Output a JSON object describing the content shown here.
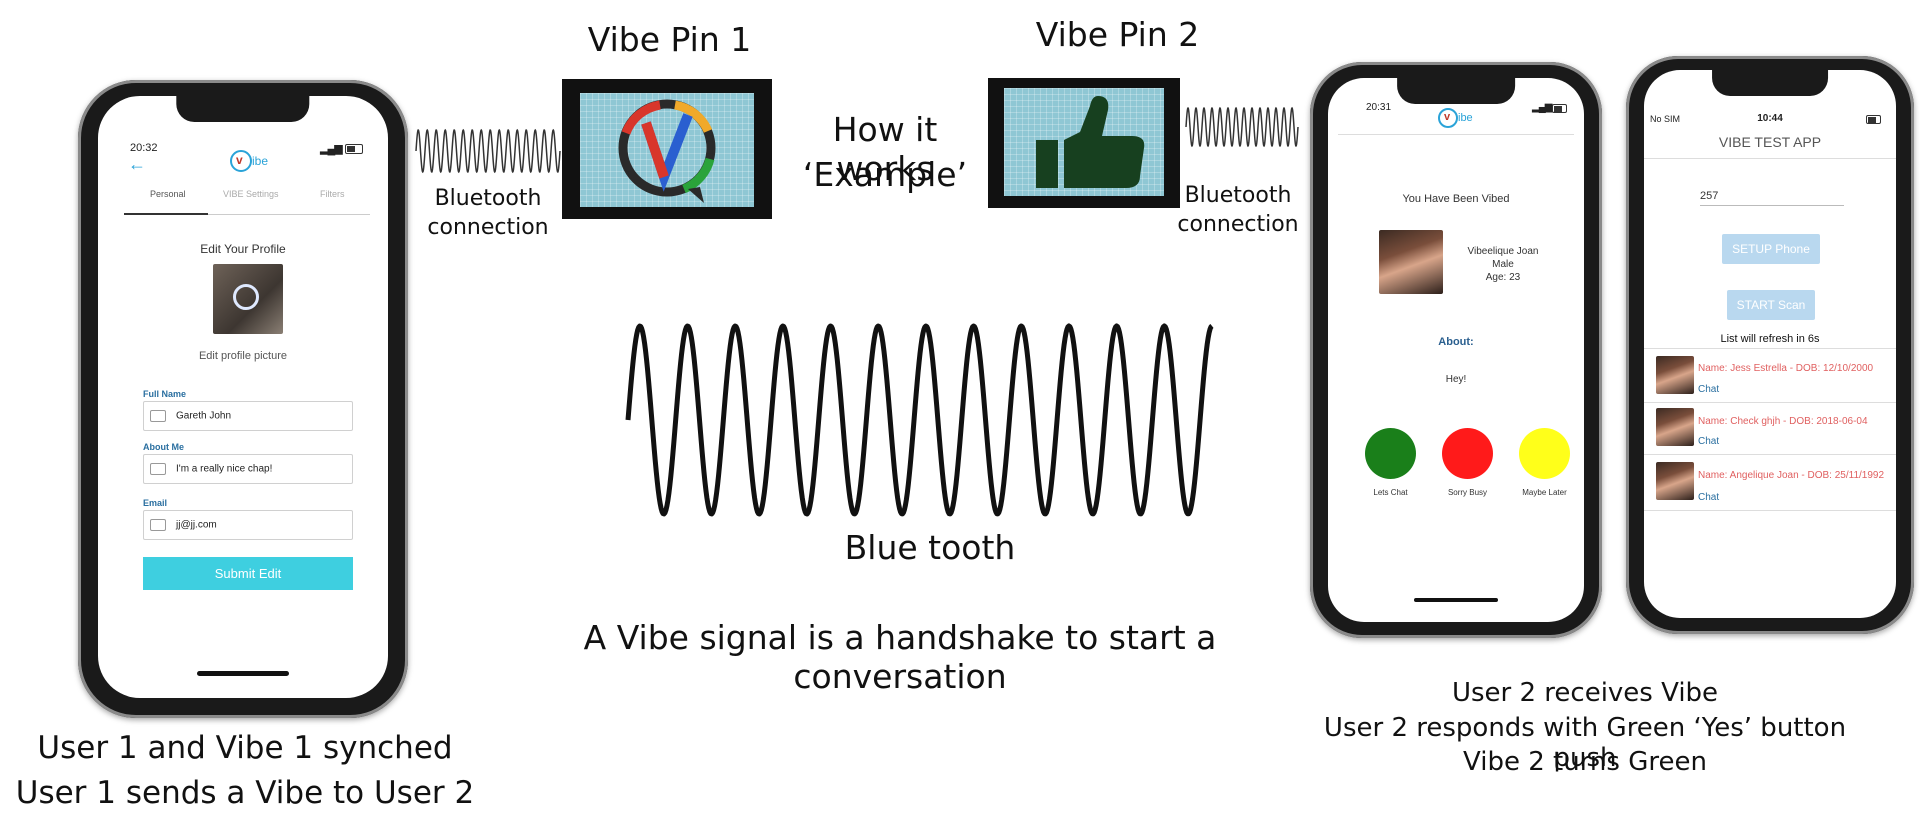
{
  "headings": {
    "pin1": "Vibe Pin 1",
    "pin2": "Vibe Pin 2",
    "how_it_works_line1": "How it works",
    "how_it_works_line2": "‘Example’"
  },
  "labels": {
    "bt_left_line1": "Bluetooth",
    "bt_left_line2": "connection",
    "bt_right_line1": "Bluetooth",
    "bt_right_line2": "connection",
    "blue_tooth": "Blue tooth",
    "handshake": "A Vibe signal is a handshake to start a conversation"
  },
  "captions": {
    "user1_line1": "User 1 and Vibe 1 synched",
    "user1_line2": "User 1 sends a Vibe to User 2",
    "user2_line1": "User 2 receives Vibe",
    "user2_line2": "User 2 responds with Green ‘Yes’ button push",
    "user2_line3": "Vibe 2 turns Green"
  },
  "phone1": {
    "time": "20:32",
    "logo_text": "ibe",
    "tabs": [
      "Personal",
      "VIBE Settings",
      "Filters"
    ],
    "edit_title": "Edit Your Profile",
    "edit_picture": "Edit profile picture",
    "full_name_label": "Full Name",
    "full_name_value": "Gareth John",
    "about_label": "About Me",
    "about_value": "I'm a really nice chap!",
    "email_label": "Email",
    "email_value": "jj@jj.com",
    "submit": "Submit Edit"
  },
  "phone2": {
    "time": "20:31",
    "logo_text": "ibe",
    "vibed_title": "You Have Been Vibed",
    "name": "Vibeelique Joan",
    "gender": "Male",
    "age": "Age: 23",
    "about_label": "About:",
    "about_value": "Hey!",
    "buttons": [
      {
        "label": "Lets Chat",
        "color": "#1a7f1a"
      },
      {
        "label": "Sorry Busy",
        "color": "#ff1a1a"
      },
      {
        "label": "Maybe Later",
        "color": "#ffff1a"
      }
    ]
  },
  "phone3": {
    "carrier": "No SIM",
    "time": "10:44",
    "title": "VIBE TEST APP",
    "input_value": "257",
    "setup_button": "SETUP Phone",
    "scan_button": "START Scan",
    "refresh_text": "List will refresh in 6s",
    "rows": [
      {
        "name": "Name: Jess Estrella - DOB: 12/10/2000",
        "chat": "Chat"
      },
      {
        "name": "Name: Check ghjh - DOB: 2018-06-04",
        "chat": "Chat"
      },
      {
        "name": "Name: Angelique Joan - DOB: 25/11/1992",
        "chat": "Chat"
      }
    ]
  },
  "colors": {
    "accent_blue": "#3ecfe0",
    "link_blue": "#2a6fa0",
    "pin_screen": "#8fc7d4"
  }
}
